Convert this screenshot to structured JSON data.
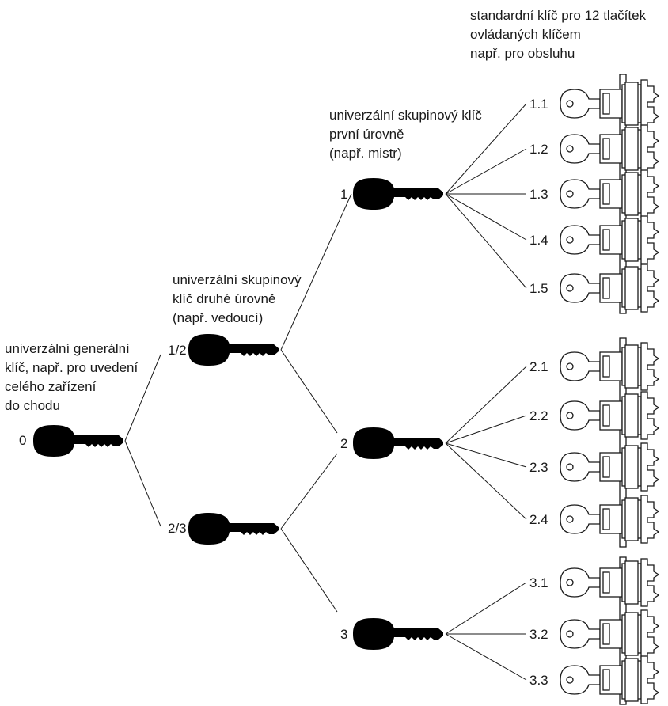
{
  "labels": {
    "general": [
      "univerzální generální",
      "klíč, např. pro uvedení",
      "celého zařízení",
      "do chodu"
    ],
    "level2": [
      "univerzální skupinový",
      "klíč druhé úrovně",
      "(např. vedoucí)"
    ],
    "level1": [
      "univerzální skupinový klíč",
      "první úrovně",
      "(např. mistr)"
    ],
    "standard": [
      "standardní klíč pro 12 tlačítek",
      "ovládaných klíčem",
      "např. pro obsluhu"
    ]
  },
  "keys": {
    "master": "0",
    "group2": [
      "1/2",
      "2/3"
    ],
    "group1": [
      "1",
      "2",
      "3"
    ],
    "switches": [
      [
        "1.1",
        "1.2",
        "1.3",
        "1.4",
        "1.5"
      ],
      [
        "2.1",
        "2.2",
        "2.3",
        "2.4"
      ],
      [
        "3.1",
        "3.2",
        "3.3"
      ]
    ]
  },
  "icons": {
    "key": "key-icon",
    "switch": "key-switch-icon"
  }
}
